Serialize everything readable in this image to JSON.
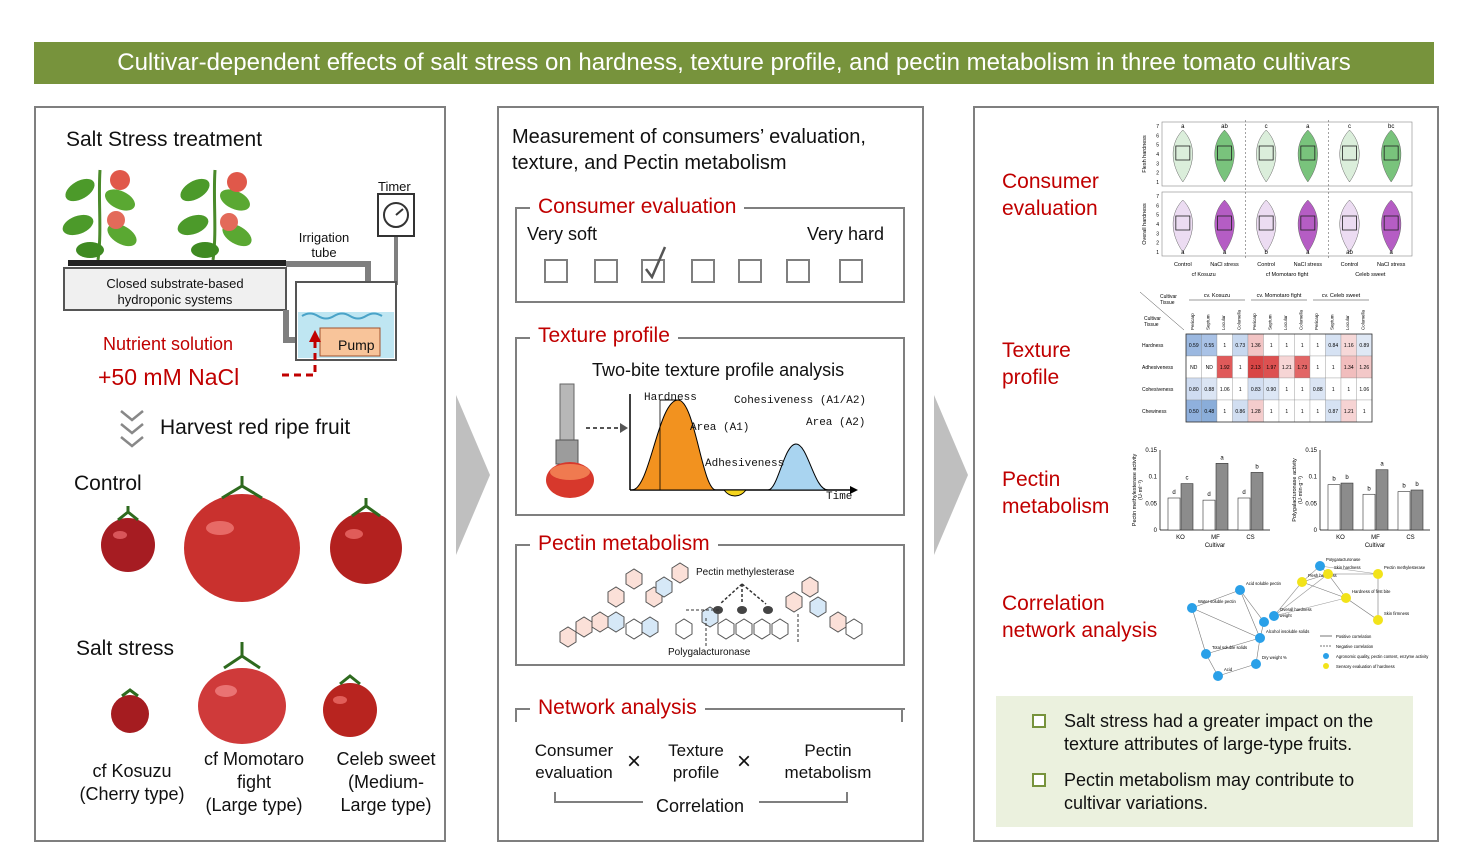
{
  "banner": {
    "title": "Cultivar-dependent effects of salt stress on hardness, texture profile, and pectin metabolism in three tomato cultivars"
  },
  "left": {
    "heading": "Salt Stress treatment",
    "timer": "Timer",
    "irrigation_line1": "Irrigation",
    "irrigation_line2": "tube",
    "system_line1": "Closed substrate-based",
    "system_line2": "hydroponic systems",
    "pump": "Pump",
    "nutrient": "Nutrient solution",
    "nacl": "+50 mM NaCl",
    "harvest": "Harvest red ripe fruit",
    "control": "Control",
    "salt_stress": "Salt stress",
    "cultivars": [
      {
        "line1": "cf Kosuzu",
        "line2": "(Cherry type)",
        "line3": ""
      },
      {
        "line1": "cf Momotaro",
        "line2": "fight",
        "line3": "(Large type)"
      },
      {
        "line1": "Celeb sweet",
        "line2": "(Medium-",
        "line3": "Large type)"
      }
    ]
  },
  "middle": {
    "heading_line1": "Measurement of consumers’ evaluation,",
    "heading_line2": "texture, and Pectin metabolism",
    "consumer": {
      "title": "Consumer evaluation",
      "left": "Very soft",
      "right": "Very hard",
      "checked_index": 2,
      "boxes": 7
    },
    "texture": {
      "title": "Texture profile",
      "subtitle": "Two-bite texture profile analysis",
      "hardness": "Hardness",
      "cohesiveness": "Cohesiveness (A1/A2)",
      "area1": "Area (A1)",
      "area2": "Area (A2)",
      "adhesiveness": "Adhesiveness",
      "time": "Time"
    },
    "pectin": {
      "title": "Pectin metabolism",
      "pme": "Pectin methylesterase",
      "pg": "Polygalacturonase"
    },
    "network": {
      "title": "Network analysis",
      "item1_l1": "Consumer",
      "item1_l2": "evaluation",
      "item2_l1": "Texture",
      "item2_l2": "profile",
      "item3_l1": "Pectin",
      "item3_l2": "metabolism",
      "times": "×",
      "correlation": "Correlation"
    }
  },
  "right": {
    "labels": [
      {
        "line1": "Consumer",
        "line2": "evaluation"
      },
      {
        "line1": "Texture",
        "line2": "profile"
      },
      {
        "line1": "Pectin",
        "line2": "metabolism"
      },
      {
        "line1": "Correlation",
        "line2": "network analysis"
      }
    ],
    "violin": {
      "ylabel_top": "Flesh hardness",
      "ylabel_bottom": "Overall hardness",
      "yticks": [
        "7",
        "6",
        "5",
        "4",
        "3",
        "2",
        "1"
      ],
      "groups": [
        "Control",
        "NaCl stress",
        "Control",
        "NaCl stress",
        "Control",
        "NaCl stress"
      ],
      "cultivars": [
        "cf Kosuzu",
        "cf Momotaro fight",
        "Celeb sweet"
      ],
      "letters_top": [
        "a",
        "ab",
        "c",
        "a",
        "c",
        "bc"
      ],
      "letters_bottom": [
        "a",
        "a",
        "b",
        "a",
        "ab",
        "a"
      ]
    },
    "heatmap": {
      "corner_top": "Cultivar",
      "corner_mid": "Tissue",
      "corner_bot1": "Cultivar",
      "corner_bot2": "Tissue",
      "cultivars": [
        "cv. Kosuzu",
        "cv. Momotaro fight",
        "cv. Celeb sweet"
      ],
      "tissues": [
        "Pericarp",
        "Septum",
        "Locular",
        "Columella"
      ],
      "rows": [
        "Hardness",
        "Adhesiveness",
        "Cohesiveness",
        "Chewiness"
      ],
      "values": [
        [
          "0.59",
          "0.55",
          "1",
          "0.73",
          "1.36",
          "1",
          "1",
          "1",
          "1",
          "0.84",
          "1.16",
          "0.89"
        ],
        [
          "ND",
          "ND",
          "1.92",
          "1",
          "2.13",
          "1.97",
          "1.21",
          "1.73",
          "1",
          "1",
          "1.34",
          "1.26"
        ],
        [
          "0.80",
          "0.88",
          "1.06",
          "1",
          "0.83",
          "0.90",
          "1",
          "1",
          "0.88",
          "1",
          "1",
          "1.06"
        ],
        [
          "0.50",
          "0.48",
          "1",
          "0.86",
          "1.28",
          "1",
          "1",
          "1",
          "1",
          "0.87",
          "1.21",
          "1"
        ]
      ],
      "colors": [
        [
          "#9bb8e0",
          "#a9c2e6",
          "#fff",
          "#c7d8ef",
          "#f2c4c4",
          "#fff",
          "#fff",
          "#fff",
          "#fff",
          "#d6e2f3",
          "#f6d8d8",
          "#dfe8f5"
        ],
        [
          "#fff",
          "#fff",
          "#e05a5a",
          "#fff",
          "#d94545",
          "#dd5151",
          "#f6d5d5",
          "#e26666",
          "#fff",
          "#fff",
          "#f1bdbd",
          "#f3c8c8"
        ],
        [
          "#cfdcf1",
          "#dbe5f4",
          "#fff",
          "#fff",
          "#d3dff2",
          "#dde7f5",
          "#fff",
          "#fff",
          "#dbe5f4",
          "#fff",
          "#fff",
          "#fff"
        ],
        [
          "#8fb0dd",
          "#8aadd9",
          "#fff",
          "#d1def1",
          "#f4cccc",
          "#fff",
          "#fff",
          "#fff",
          "#fff",
          "#d6e2f3",
          "#f6d3d3",
          "#fff"
        ]
      ]
    },
    "bars": [
      {
        "ylabel": "Pectin methylesterase activity",
        "yunit": "(U·ml⁻¹)",
        "ticks": [
          "0.15",
          "0.1",
          "0.05",
          "0"
        ],
        "categories": [
          "KO",
          "MF",
          "CS"
        ],
        "xlabel": "Cultivar",
        "control": [
          0.06,
          0.056,
          0.06
        ],
        "nacl": [
          0.087,
          0.125,
          0.108
        ],
        "letters_control": [
          "d",
          "d",
          "d"
        ],
        "letters_nacl": [
          "c",
          "a",
          "b"
        ]
      },
      {
        "ylabel": "Polygalacturonase activity",
        "yunit": "(U·min·g⁻¹)",
        "ticks": [
          "0.15",
          "0.1",
          "0.05",
          "0"
        ],
        "categories": [
          "KO",
          "MF",
          "CS"
        ],
        "xlabel": "Cultivar",
        "control": [
          0.085,
          0.067,
          0.072
        ],
        "nacl": [
          0.088,
          0.113,
          0.075
        ],
        "letters_control": [
          "b",
          "b",
          "b"
        ],
        "letters_nacl": [
          "b",
          "a",
          "b"
        ]
      }
    ],
    "network": {
      "nodes_blue": [
        "Acid soluble pectin",
        "Water soluble pectin",
        "Total soluble solids",
        "Acid",
        "Alcohol insoluble solids",
        "Dry weight %",
        "Fruit weight",
        "Polygalacturonase",
        "Overall hardness"
      ],
      "nodes_yellow": [
        "Flesh hardness",
        "Skin hardness",
        "Pectin methylesterase",
        "Hardness of first bite",
        "Skin firmness"
      ],
      "legend_pos": "Positive correlation",
      "legend_neg": "Negative correlation",
      "legend_blue": "Agronomic quality, pectin content, enzyme activity",
      "legend_yellow": "Sensory evaluation of hardness"
    },
    "summary": [
      {
        "line1": "Salt stress had a greater impact on the",
        "line2": "texture attributes of large-type fruits."
      },
      {
        "line1": "Pectin metabolism may contribute to",
        "line2": "cultivar variations."
      }
    ]
  }
}
